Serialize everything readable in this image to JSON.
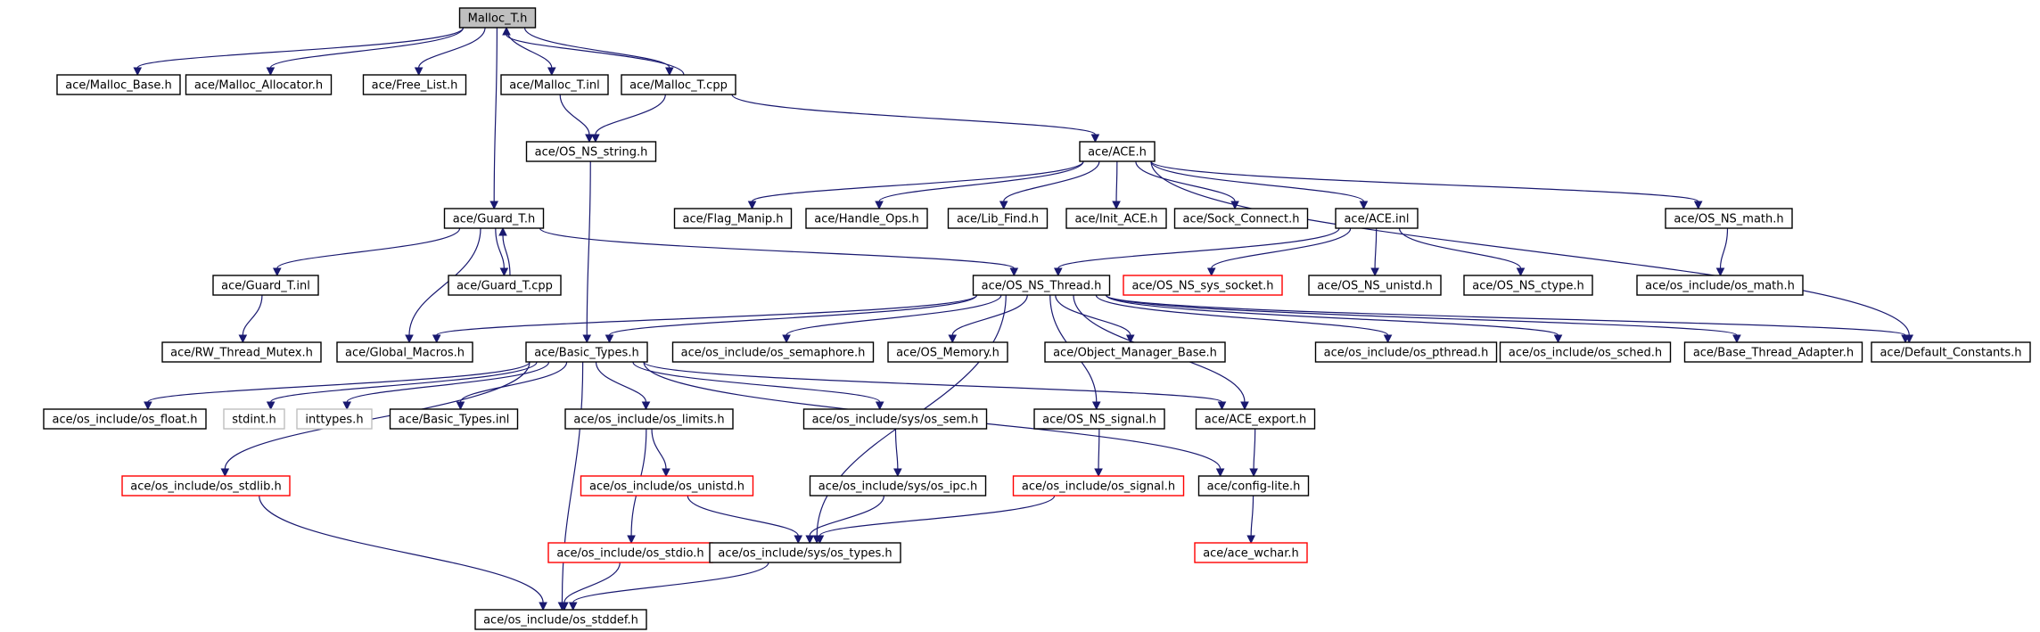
{
  "colors": {
    "edge": "#191970",
    "normal_border": "#000000",
    "missing_border": "#ff0000",
    "muted_border": "#bfbfbf",
    "root_fill": "#bfbfbf",
    "node_fill": "#ffffff"
  },
  "nodes": [
    {
      "id": "malloc_t_h",
      "label": "Malloc_T.h",
      "style": "root"
    },
    {
      "id": "malloc_base",
      "label": "ace/Malloc_Base.h",
      "style": "normal"
    },
    {
      "id": "malloc_allocator",
      "label": "ace/Malloc_Allocator.h",
      "style": "normal"
    },
    {
      "id": "free_list",
      "label": "ace/Free_List.h",
      "style": "normal"
    },
    {
      "id": "malloc_t_inl",
      "label": "ace/Malloc_T.inl",
      "style": "normal"
    },
    {
      "id": "malloc_t_cpp",
      "label": "ace/Malloc_T.cpp",
      "style": "normal"
    },
    {
      "id": "os_ns_string",
      "label": "ace/OS_NS_string.h",
      "style": "normal"
    },
    {
      "id": "ace_h",
      "label": "ace/ACE.h",
      "style": "normal"
    },
    {
      "id": "guard_t_h",
      "label": "ace/Guard_T.h",
      "style": "normal"
    },
    {
      "id": "flag_manip",
      "label": "ace/Flag_Manip.h",
      "style": "normal"
    },
    {
      "id": "handle_ops",
      "label": "ace/Handle_Ops.h",
      "style": "normal"
    },
    {
      "id": "lib_find",
      "label": "ace/Lib_Find.h",
      "style": "normal"
    },
    {
      "id": "init_ace",
      "label": "ace/Init_ACE.h",
      "style": "normal"
    },
    {
      "id": "sock_connect",
      "label": "ace/Sock_Connect.h",
      "style": "normal"
    },
    {
      "id": "ace_inl",
      "label": "ace/ACE.inl",
      "style": "normal"
    },
    {
      "id": "os_ns_math",
      "label": "ace/OS_NS_math.h",
      "style": "normal"
    },
    {
      "id": "guard_t_inl",
      "label": "ace/Guard_T.inl",
      "style": "normal"
    },
    {
      "id": "guard_t_cpp",
      "label": "ace/Guard_T.cpp",
      "style": "normal"
    },
    {
      "id": "os_ns_thread",
      "label": "ace/OS_NS_Thread.h",
      "style": "normal"
    },
    {
      "id": "os_ns_sys_socket",
      "label": "ace/OS_NS_sys_socket.h",
      "style": "missing"
    },
    {
      "id": "os_ns_unistd",
      "label": "ace/OS_NS_unistd.h",
      "style": "normal"
    },
    {
      "id": "os_ns_ctype",
      "label": "ace/OS_NS_ctype.h",
      "style": "normal"
    },
    {
      "id": "os_math",
      "label": "ace/os_include/os_math.h",
      "style": "normal"
    },
    {
      "id": "rw_thread_mutex",
      "label": "ace/RW_Thread_Mutex.h",
      "style": "normal"
    },
    {
      "id": "global_macros",
      "label": "ace/Global_Macros.h",
      "style": "normal"
    },
    {
      "id": "basic_types_h",
      "label": "ace/Basic_Types.h",
      "style": "normal"
    },
    {
      "id": "os_semaphore",
      "label": "ace/os_include/os_semaphore.h",
      "style": "normal"
    },
    {
      "id": "os_memory",
      "label": "ace/OS_Memory.h",
      "style": "normal"
    },
    {
      "id": "object_manager_base",
      "label": "ace/Object_Manager_Base.h",
      "style": "normal"
    },
    {
      "id": "os_pthread",
      "label": "ace/os_include/os_pthread.h",
      "style": "normal"
    },
    {
      "id": "os_sched",
      "label": "ace/os_include/os_sched.h",
      "style": "normal"
    },
    {
      "id": "base_thread_adapter",
      "label": "ace/Base_Thread_Adapter.h",
      "style": "normal"
    },
    {
      "id": "default_constants",
      "label": "ace/Default_Constants.h",
      "style": "normal"
    },
    {
      "id": "os_float",
      "label": "ace/os_include/os_float.h",
      "style": "normal"
    },
    {
      "id": "stdint",
      "label": "stdint.h",
      "style": "muted"
    },
    {
      "id": "inttypes",
      "label": "inttypes.h",
      "style": "muted"
    },
    {
      "id": "basic_types_inl",
      "label": "ace/Basic_Types.inl",
      "style": "normal"
    },
    {
      "id": "os_limits",
      "label": "ace/os_include/os_limits.h",
      "style": "normal"
    },
    {
      "id": "sys_os_sem",
      "label": "ace/os_include/sys/os_sem.h",
      "style": "normal"
    },
    {
      "id": "os_ns_signal",
      "label": "ace/OS_NS_signal.h",
      "style": "normal"
    },
    {
      "id": "ace_export",
      "label": "ace/ACE_export.h",
      "style": "normal"
    },
    {
      "id": "os_stdlib",
      "label": "ace/os_include/os_stdlib.h",
      "style": "missing"
    },
    {
      "id": "os_unistd",
      "label": "ace/os_include/os_unistd.h",
      "style": "missing"
    },
    {
      "id": "sys_os_ipc",
      "label": "ace/os_include/sys/os_ipc.h",
      "style": "normal"
    },
    {
      "id": "os_signal",
      "label": "ace/os_include/os_signal.h",
      "style": "missing"
    },
    {
      "id": "config_lite",
      "label": "ace/config-lite.h",
      "style": "normal"
    },
    {
      "id": "os_stdio",
      "label": "ace/os_include/os_stdio.h",
      "style": "missing"
    },
    {
      "id": "sys_os_types",
      "label": "ace/os_include/sys/os_types.h",
      "style": "normal"
    },
    {
      "id": "ace_wchar",
      "label": "ace/ace_wchar.h",
      "style": "missing"
    },
    {
      "id": "os_stddef",
      "label": "ace/os_include/os_stddef.h",
      "style": "normal"
    }
  ],
  "edges": [
    [
      "malloc_t_h",
      "malloc_base"
    ],
    [
      "malloc_t_h",
      "malloc_allocator"
    ],
    [
      "malloc_t_h",
      "free_list"
    ],
    [
      "malloc_t_h",
      "malloc_t_inl"
    ],
    [
      "malloc_t_h",
      "malloc_t_cpp"
    ],
    [
      "malloc_t_h",
      "guard_t_h"
    ],
    [
      "malloc_t_cpp",
      "malloc_t_h"
    ],
    [
      "malloc_t_inl",
      "os_ns_string"
    ],
    [
      "malloc_t_cpp",
      "os_ns_string"
    ],
    [
      "malloc_t_cpp",
      "ace_h"
    ],
    [
      "os_ns_string",
      "basic_types_h"
    ],
    [
      "ace_h",
      "flag_manip"
    ],
    [
      "ace_h",
      "handle_ops"
    ],
    [
      "ace_h",
      "lib_find"
    ],
    [
      "ace_h",
      "init_ace"
    ],
    [
      "ace_h",
      "sock_connect"
    ],
    [
      "ace_h",
      "ace_inl"
    ],
    [
      "ace_h",
      "os_ns_math"
    ],
    [
      "ace_h",
      "default_constants"
    ],
    [
      "ace_inl",
      "os_ns_thread"
    ],
    [
      "ace_inl",
      "os_ns_sys_socket"
    ],
    [
      "ace_inl",
      "os_ns_unistd"
    ],
    [
      "ace_inl",
      "os_ns_ctype"
    ],
    [
      "os_ns_math",
      "os_math"
    ],
    [
      "guard_t_h",
      "guard_t_inl"
    ],
    [
      "guard_t_h",
      "guard_t_cpp"
    ],
    [
      "guard_t_cpp",
      "guard_t_h"
    ],
    [
      "guard_t_h",
      "global_macros"
    ],
    [
      "guard_t_h",
      "os_ns_thread"
    ],
    [
      "guard_t_inl",
      "rw_thread_mutex"
    ],
    [
      "os_ns_thread",
      "global_macros"
    ],
    [
      "os_ns_thread",
      "basic_types_h"
    ],
    [
      "os_ns_thread",
      "os_semaphore"
    ],
    [
      "os_ns_thread",
      "os_memory"
    ],
    [
      "os_ns_thread",
      "object_manager_base"
    ],
    [
      "os_ns_thread",
      "os_pthread"
    ],
    [
      "os_ns_thread",
      "os_sched"
    ],
    [
      "os_ns_thread",
      "base_thread_adapter"
    ],
    [
      "os_ns_thread",
      "default_constants"
    ],
    [
      "os_ns_thread",
      "os_ns_signal"
    ],
    [
      "os_ns_thread",
      "ace_export"
    ],
    [
      "os_ns_thread",
      "sys_os_types"
    ],
    [
      "basic_types_h",
      "os_float"
    ],
    [
      "basic_types_h",
      "stdint"
    ],
    [
      "basic_types_h",
      "inttypes"
    ],
    [
      "basic_types_h",
      "basic_types_inl"
    ],
    [
      "basic_types_h",
      "os_limits"
    ],
    [
      "basic_types_h",
      "sys_os_sem"
    ],
    [
      "basic_types_h",
      "ace_export"
    ],
    [
      "basic_types_h",
      "config_lite"
    ],
    [
      "basic_types_h",
      "os_stdlib"
    ],
    [
      "basic_types_h",
      "os_stddef"
    ],
    [
      "os_limits",
      "os_unistd"
    ],
    [
      "os_limits",
      "os_stdio"
    ],
    [
      "sys_os_sem",
      "sys_os_ipc"
    ],
    [
      "os_ns_signal",
      "os_signal"
    ],
    [
      "ace_export",
      "config_lite"
    ],
    [
      "os_stdlib",
      "os_stddef"
    ],
    [
      "os_unistd",
      "sys_os_types"
    ],
    [
      "sys_os_ipc",
      "sys_os_types"
    ],
    [
      "os_signal",
      "sys_os_types"
    ],
    [
      "os_stdio",
      "os_stddef"
    ],
    [
      "sys_os_types",
      "os_stddef"
    ],
    [
      "config_lite",
      "ace_wchar"
    ]
  ]
}
